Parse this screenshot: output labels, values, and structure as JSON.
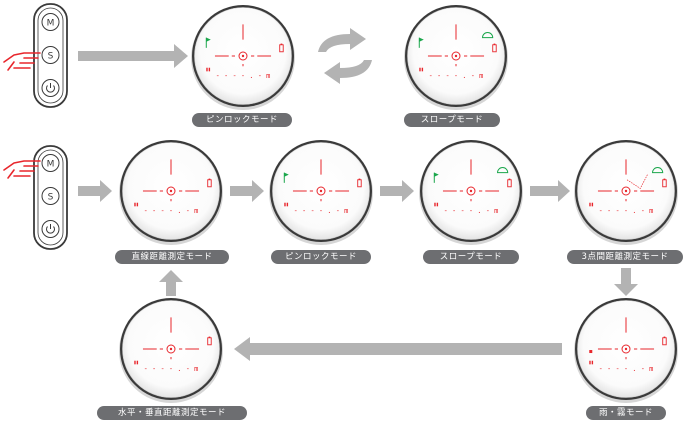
{
  "row1": {
    "label_pin_lock": "ピンロックモード",
    "label_slope": "スロープモード"
  },
  "row2": {
    "label_straight": "直線距離測定モード",
    "label_pin_lock": "ピンロックモード",
    "label_slope": "スロープモード",
    "label_three_point": "3点間距離測定モード"
  },
  "row3": {
    "label_horizontal_vertical": "水平・垂直距離測定モード",
    "label_rain_fog": "雨・霧モード"
  },
  "device_buttons": {
    "m_button": "M",
    "s_button": "S"
  },
  "viewfinder_range": "- - - - . - m",
  "icons": {
    "power": "power-icon",
    "flag": "flag-icon",
    "slope": "slope-icon",
    "battery": "battery-icon",
    "reticle": "crosshair-reticle-icon",
    "hand": "pointing-hand-icon",
    "swap": "cycle-arrows-icon"
  },
  "colors": {
    "reticle_red": "#e8262c",
    "flag_green": "#1aa64b",
    "arrow_grey": "#b3b3b3",
    "label_bg": "#6d6e71"
  }
}
